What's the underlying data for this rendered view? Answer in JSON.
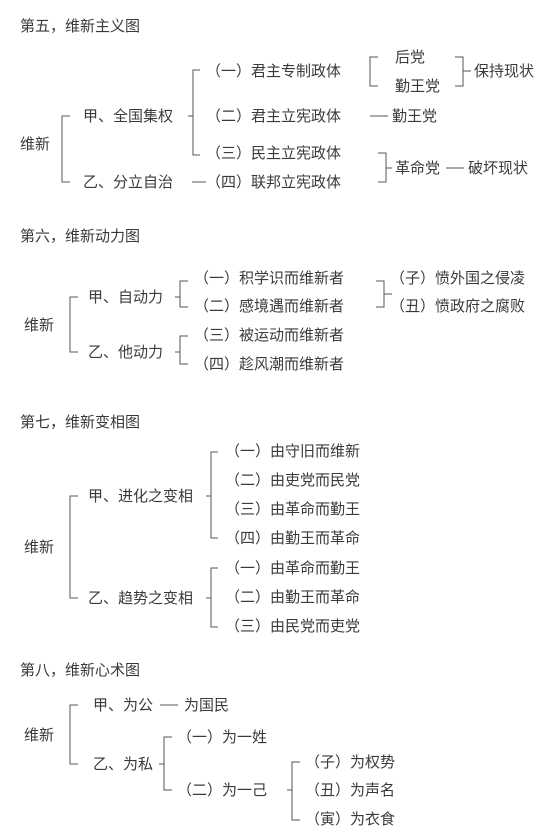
{
  "d5": {
    "heading": "第五，维新主义图",
    "root": "维新",
    "jia": "甲、全国集权",
    "yi": "乙、分立自治",
    "i1": "（一）君主专制政体",
    "i2": "（二）君主立宪政体",
    "i3": "（三）民主立宪政体",
    "i4": "（四）联邦立宪政体",
    "houdang": "后党",
    "qinwang1": "勤王党",
    "baochi": "保持现状",
    "qinwang2": "勤王党",
    "geming": "革命党",
    "pohuai": "破坏现状"
  },
  "d6": {
    "heading": "第六，维新动力图",
    "root": "维新",
    "jia": "甲、自动力",
    "yi": "乙、他动力",
    "i1": "（一）积学识而维新者",
    "i2": "（二）感境遇而维新者",
    "i3": "（三）被运动而维新者",
    "i4": "（四）趁风潮而维新者",
    "zi": "（子）愤外国之侵凌",
    "chou": "（丑）愤政府之腐败"
  },
  "d7": {
    "heading": "第七，维新变相图",
    "root": "维新",
    "jia": "甲、进化之变相",
    "yi": "乙、趋势之变相",
    "a1": "（一）由守旧而维新",
    "a2": "（二）由吏党而民党",
    "a3": "（三）由革命而勤王",
    "a4": "（四）由勤王而革命",
    "b1": "（一）由革命而勤王",
    "b2": "（二）由勤王而革命",
    "b3": "（三）由民党而吏党"
  },
  "d8": {
    "heading": "第八，维新心术图",
    "root": "维新",
    "jia": "甲、为公",
    "guomin": "为国民",
    "yi": "乙、为私",
    "i1": "（一）为一姓",
    "i2": "（二）为一己",
    "zi": "（子）为权势",
    "chou": "（丑）为声名",
    "yin": "（寅）为衣食"
  }
}
